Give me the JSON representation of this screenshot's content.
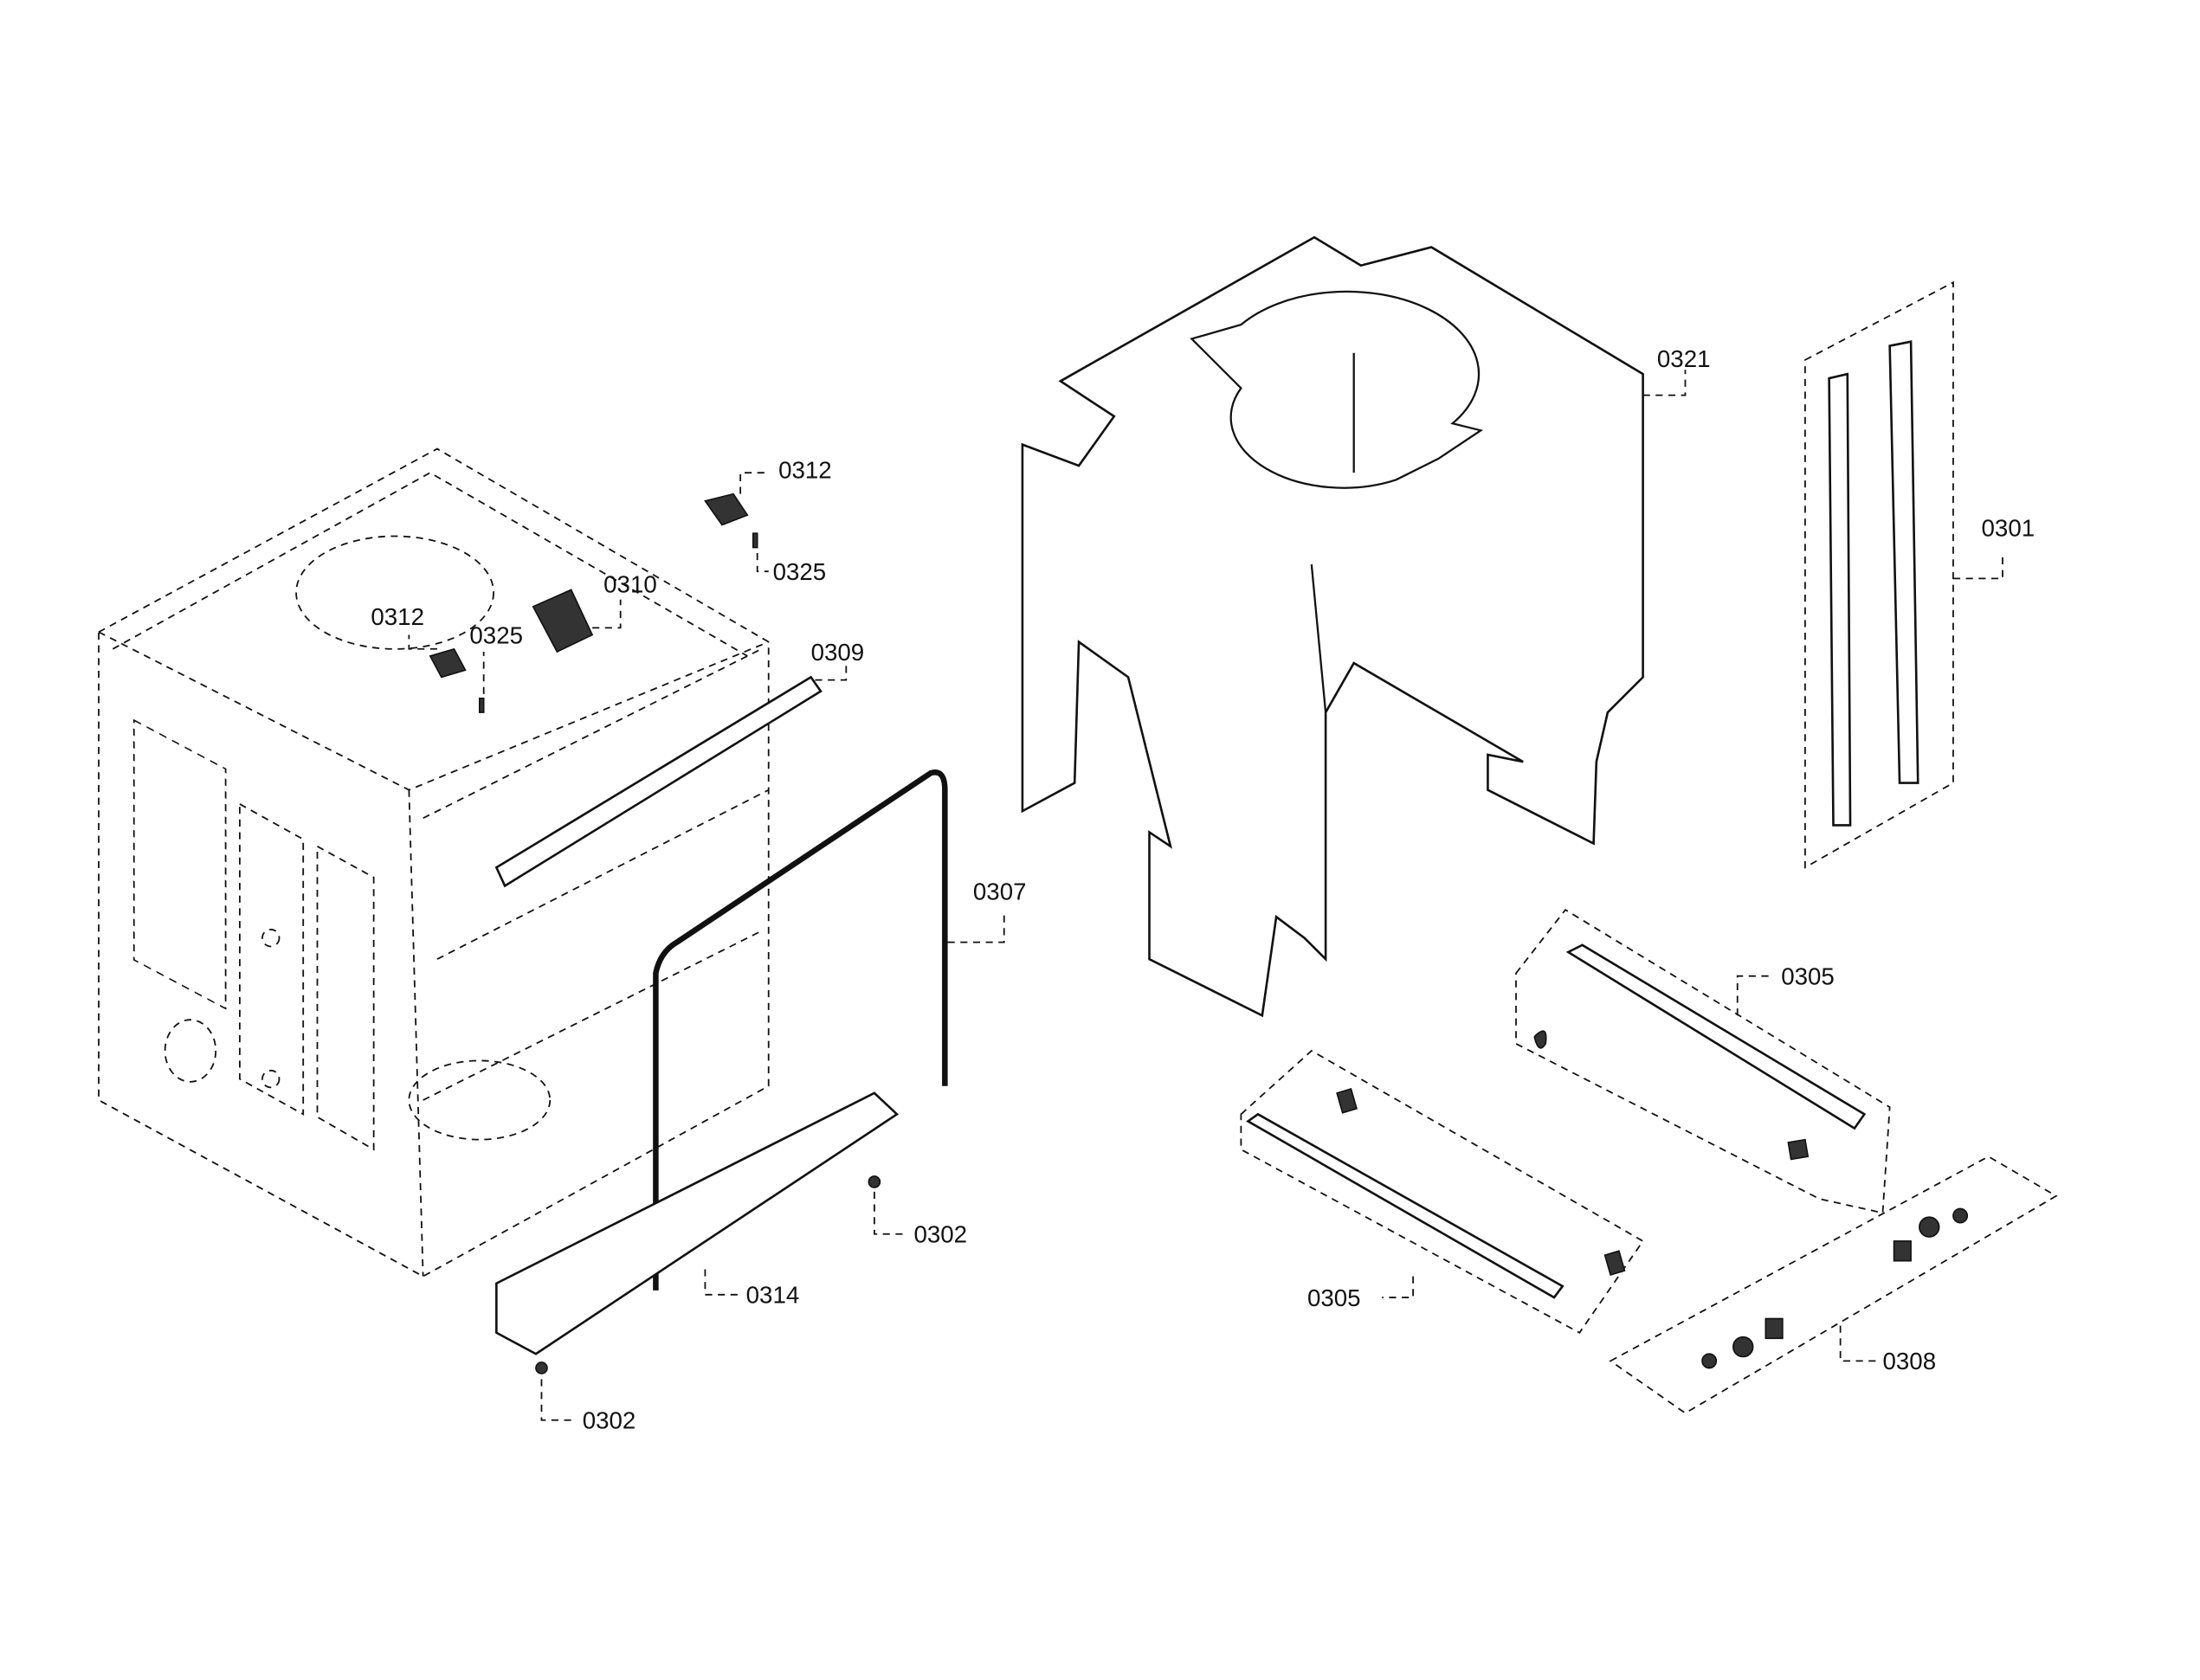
{
  "diagram": {
    "labels": {
      "l0321": "0321",
      "l0301": "0301",
      "l0312a": "0312",
      "l0325a": "0325",
      "l0310": "0310",
      "l0312b": "0312",
      "l0325b": "0325",
      "l0309": "0309",
      "l0307": "0307",
      "l0305a": "0305",
      "l0305b": "0305",
      "l0302a": "0302",
      "l0314": "0314",
      "l0302b": "0302",
      "l0308": "0308"
    }
  }
}
